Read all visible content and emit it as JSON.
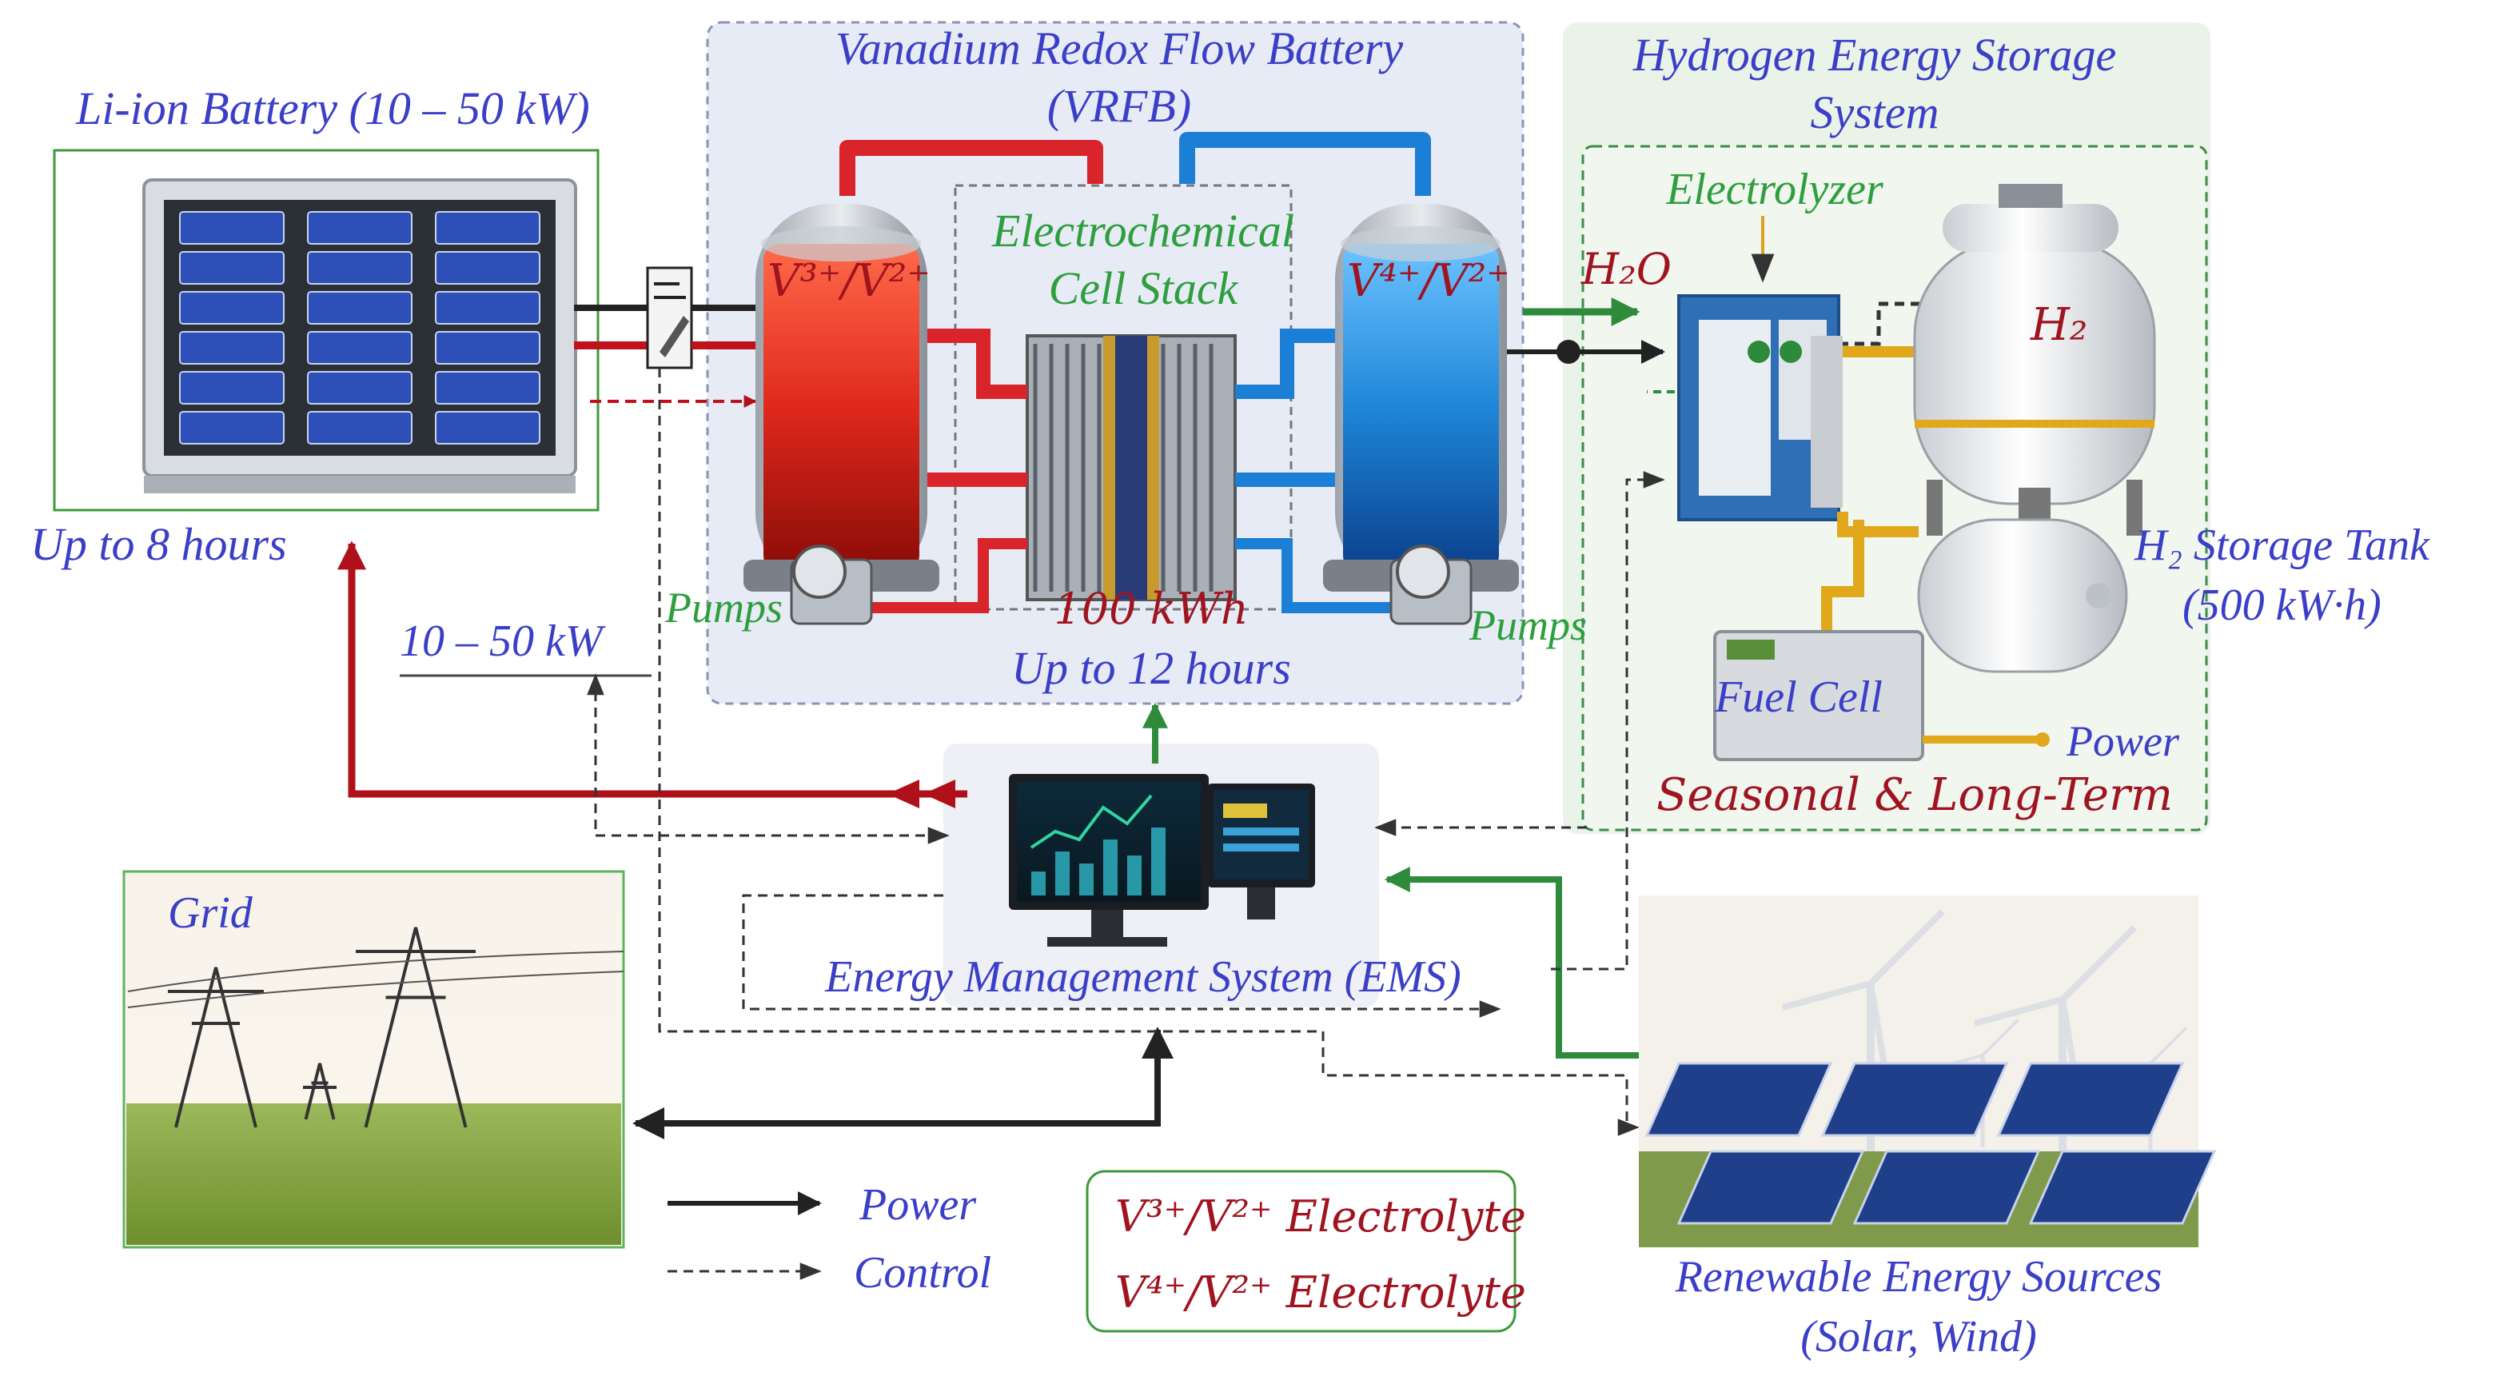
{
  "liion": {
    "title": "Li-ion Battery (10 – 50 kW)",
    "duration": "Up to 8 hours",
    "power_rating": "10  – 50 kW"
  },
  "vrfb": {
    "title_line1": "Vanadium Redox Flow Battery",
    "title_line2": "(VRFB)",
    "left_tank_label": "V³⁺/V²⁺",
    "right_tank_label": "V⁴⁺/V²⁺",
    "stack_line1": "Electrochemical",
    "stack_line2": "Cell Stack",
    "pumps_left": "Pumps",
    "pumps_right": "Pumps",
    "capacity": "100 kWh",
    "duration": "Up to 12 hours"
  },
  "hydrogen": {
    "title_line1": "Hydrogen Energy Storage",
    "title_line2": "System",
    "electrolyzer": "Electrolyzer",
    "water": "H₂O",
    "h2_tank": "H₂",
    "storage_line1": "H₂ Storage Tank",
    "storage_line2": "(500 kW·h)",
    "fuel_cell": "Fuel Cell",
    "power": "Power",
    "seasonal": "Seasonal & Long-Term"
  },
  "ems": {
    "label": "Energy Management System (EMS)"
  },
  "grid": {
    "label": "Grid"
  },
  "renewables": {
    "line1": "Renewable Energy Sources",
    "line2": "(Solar, Wind)"
  },
  "legend": {
    "power": "Power",
    "control": "Control",
    "electrolyte1": "V³⁺/V²⁺ Electrolyte",
    "electrolyte2": "V⁴⁺/V²⁺ Electrolyte"
  },
  "colors": {
    "label_blue": "#3b3fc8",
    "label_green": "#2e9e3f",
    "label_red": "#a01420",
    "power_arrow_red": "#b0101a",
    "power_arrow_green": "#2e8b3a",
    "electrolyte_red": "#e23a2a",
    "electrolyte_blue": "#2a86d8"
  }
}
